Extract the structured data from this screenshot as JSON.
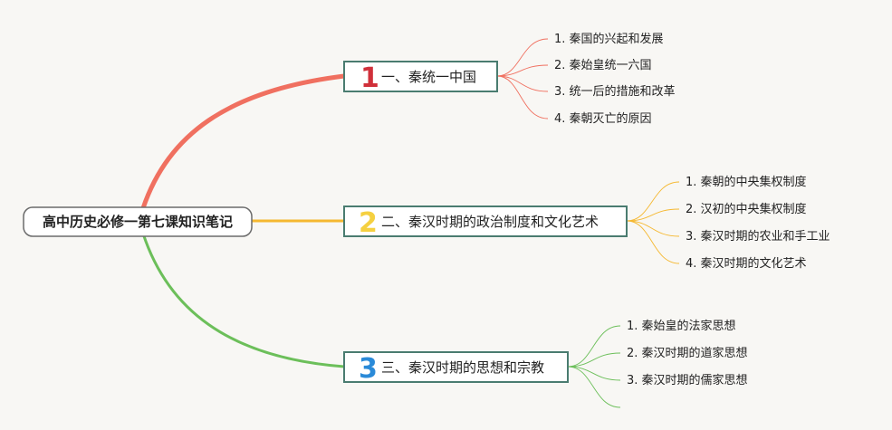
{
  "root": {
    "title": "高中历史必修一第七课知识笔记"
  },
  "branches": [
    {
      "number": "1",
      "title": "一、秦统一中国",
      "color": "#f07060",
      "items": [
        "1. 秦国的兴起和发展",
        "2. 秦始皇统一六国",
        "3. 统一后的措施和改革",
        "4. 秦朝灭亡的原因"
      ]
    },
    {
      "number": "2",
      "title": "二、秦汉时期的政治制度和文化艺术",
      "color": "#f5b830",
      "items": [
        "1. 秦朝的中央集权制度",
        "2. 汉初的中央集权制度",
        "3. 秦汉时期的农业和手工业",
        "4. 秦汉时期的文化艺术"
      ]
    },
    {
      "number": "3",
      "title": "三、秦汉时期的思想和宗教",
      "color": "#6cbf5a",
      "items": [
        "1. 秦始皇的法家思想",
        "2. 秦汉时期的道家思想",
        "3. 秦汉时期的儒家思想",
        ""
      ]
    }
  ],
  "colors": {
    "number_1": "#d0303a",
    "number_2": "#f5d040",
    "number_3": "#2a8ad8",
    "node_border": "#4a7c70"
  }
}
